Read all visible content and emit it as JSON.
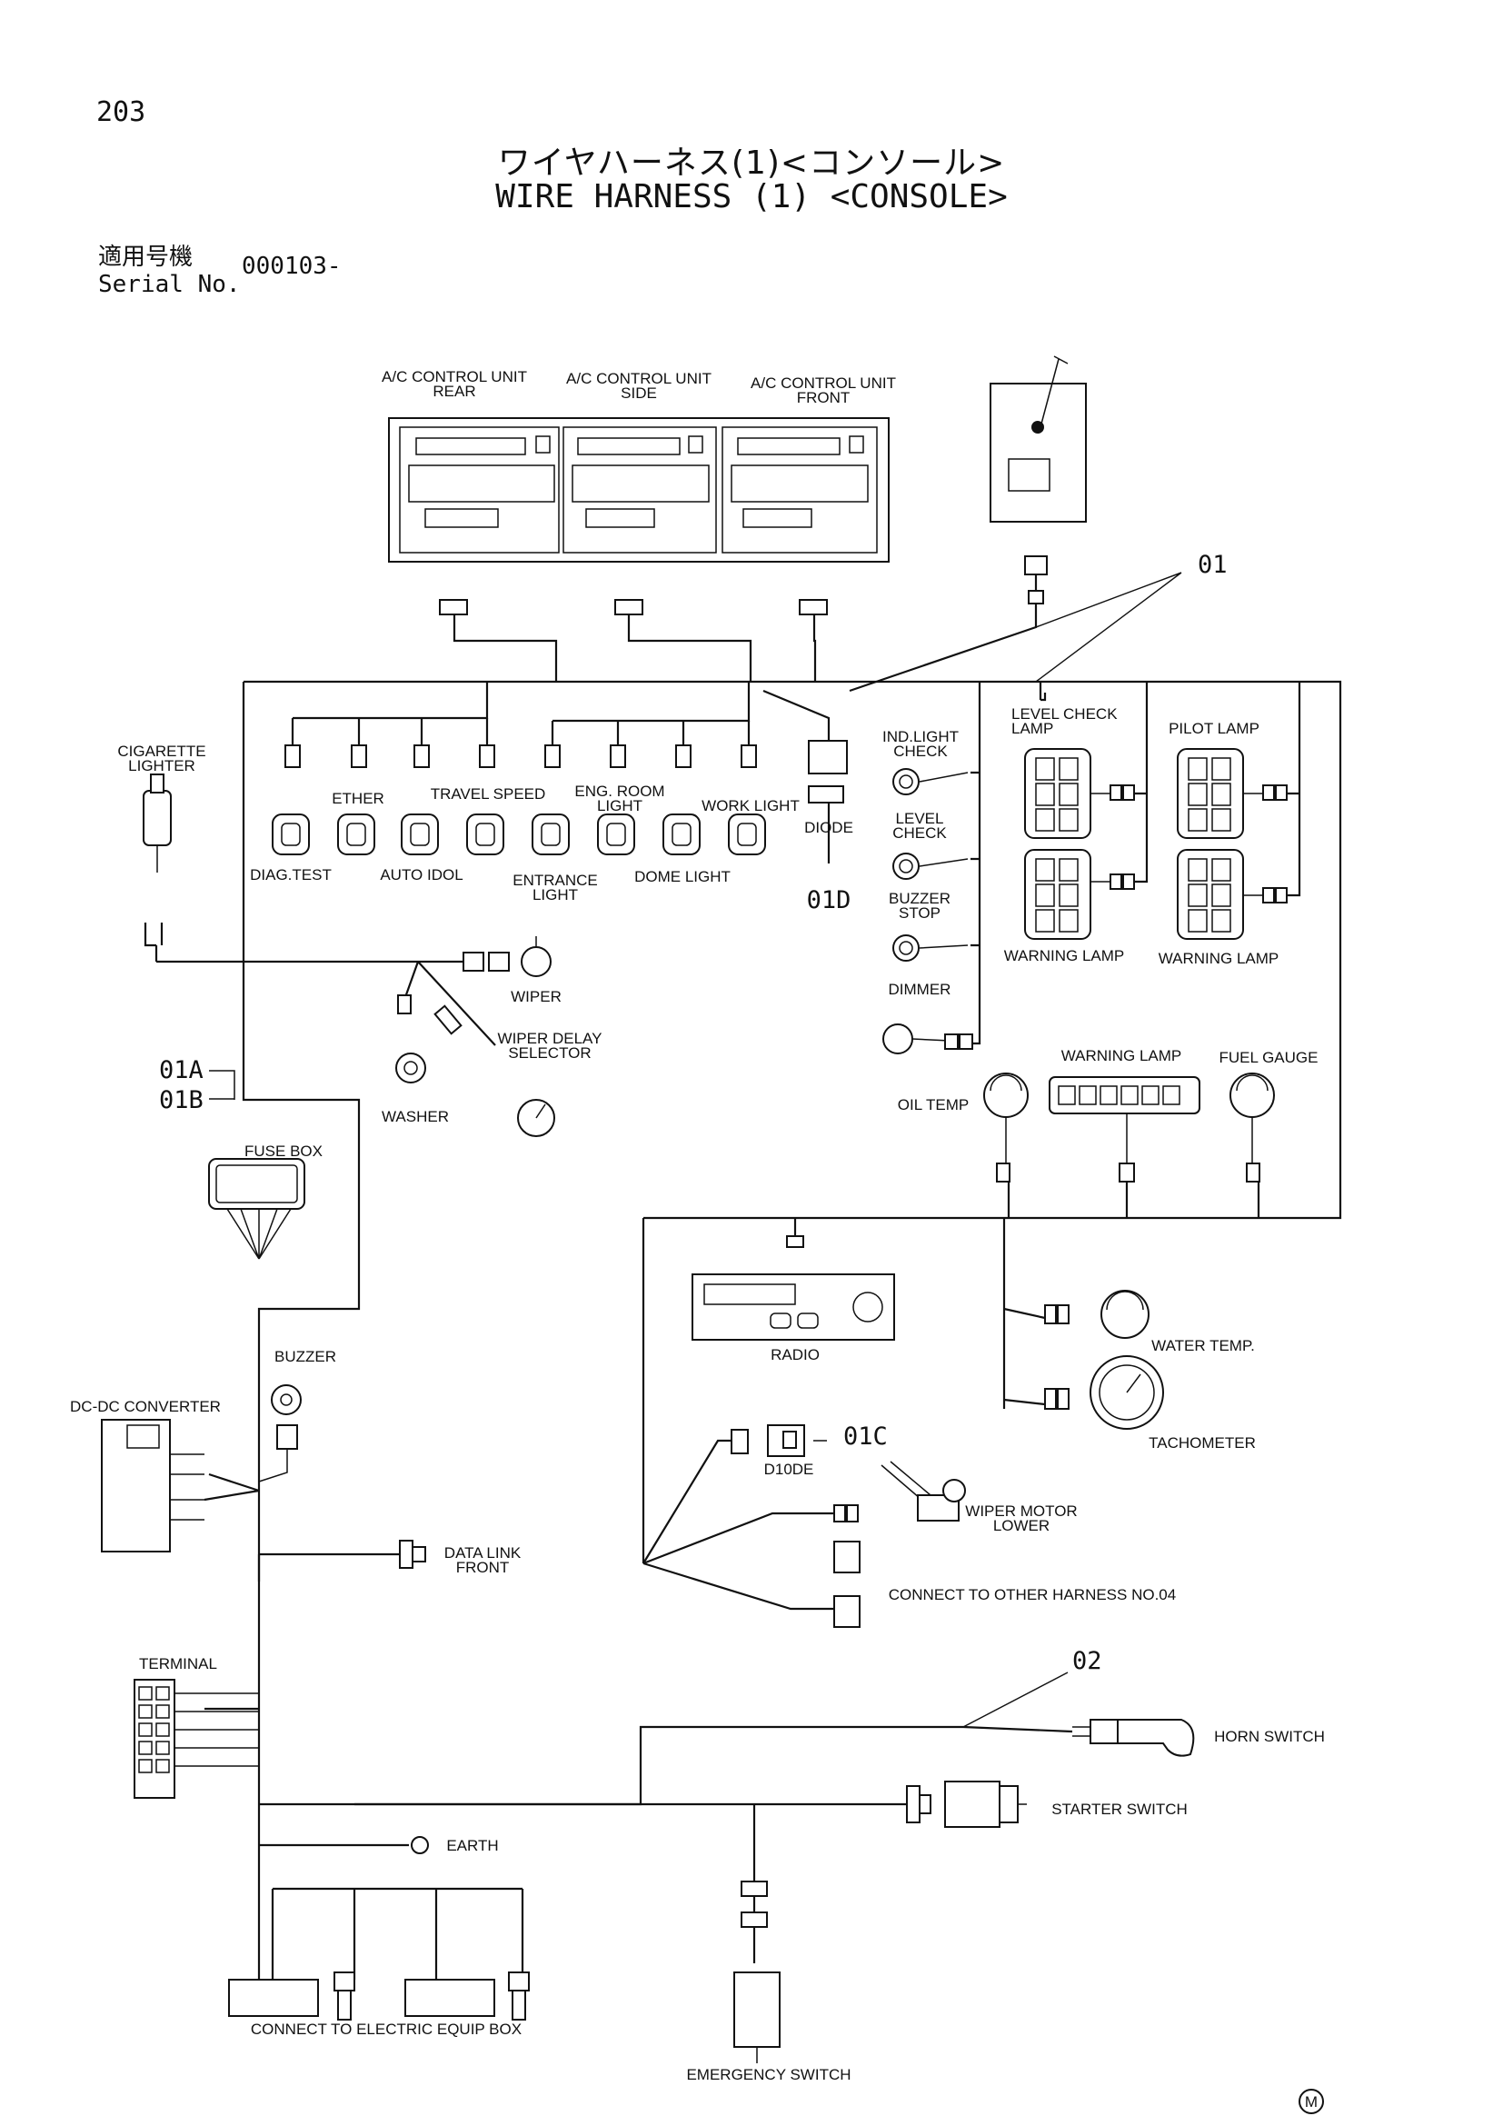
{
  "page": {
    "number": "203",
    "title_jp": "ワイヤハーネス(1)<コンソール>",
    "title_en": "WIRE HARNESS (1) <CONSOLE>",
    "serial_label_jp": "適用号機",
    "serial_label_en": "Serial No.",
    "serial_value": "000103-",
    "maker_mark": "M"
  },
  "components": {
    "ac_rear": [
      "A/C CONTROL UNIT",
      "REAR"
    ],
    "ac_side": [
      "A/C CONTROL UNIT",
      "SIDE"
    ],
    "ac_front": [
      "A/C CONTROL UNIT",
      "FRONT"
    ],
    "cigarette_lighter": [
      "CIGARETTE",
      "LIGHTER"
    ],
    "ether": "ETHER",
    "travel_speed": "TRAVEL SPEED",
    "eng_room_light": [
      "ENG. ROOM",
      "LIGHT"
    ],
    "work_light": "WORK LIGHT",
    "diode": "DIODE",
    "diag_test": "DIAG.TEST",
    "auto_idol": "AUTO IDOL",
    "entrance_light": [
      "ENTRANCE",
      "LIGHT"
    ],
    "dome_light": "DOME LIGHT",
    "ind_light_check": [
      "IND.LIGHT",
      "CHECK"
    ],
    "level_check": [
      "LEVEL",
      "CHECK"
    ],
    "buzzer_stop": [
      "BUZZER",
      "STOP"
    ],
    "dimmer": "DIMMER",
    "level_check_lamp": [
      "LEVEL CHECK",
      "LAMP"
    ],
    "pilot_lamp": "PILOT LAMP",
    "warning_lamp_left": "WARNING LAMP",
    "warning_lamp_right": "WARNING LAMP",
    "warning_lamp_center": "WARNING LAMP",
    "wiper": "WIPER",
    "wiper_delay_selector": [
      "WIPER DELAY",
      "SELECTOR"
    ],
    "washer": "WASHER",
    "oil_temp": "OIL TEMP",
    "fuel_gauge": "FUEL GAUGE",
    "fuse_box": "FUSE BOX",
    "buzzer": "BUZZER",
    "dc_dc_converter": "DC-DC CONVERTER",
    "radio": "RADIO",
    "water_temp": "WATER TEMP.",
    "tachometer": "TACHOMETER",
    "diode_small": "D10DE",
    "wiper_motor_lower": [
      "WIPER MOTOR",
      "LOWER"
    ],
    "connect_other_harness": "CONNECT TO OTHER HARNESS NO.04",
    "data_link_front": [
      "DATA LINK",
      "FRONT"
    ],
    "terminal": "TERMINAL",
    "horn_switch": "HORN SWITCH",
    "starter_switch": "STARTER SWITCH",
    "earth": "EARTH",
    "connect_electric_equip_box": "CONNECT TO ELECTRIC EQUIP BOX",
    "emergency_switch": "EMERGENCY SWITCH"
  },
  "references": {
    "r01": "01",
    "r01d": "01D",
    "r01a": "01A",
    "r01b": "01B",
    "r01c": "01C",
    "r02": "02"
  }
}
